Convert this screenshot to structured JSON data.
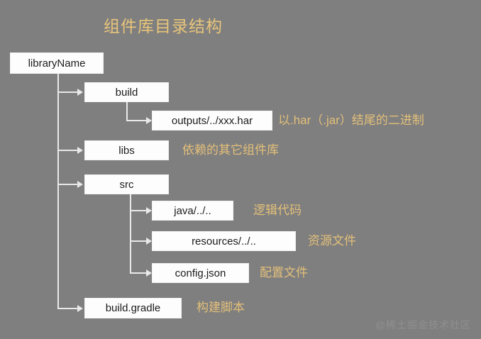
{
  "diagram": {
    "title": "组件库目录结构",
    "watermark": "@稀土掘金技术社区",
    "background_color": "#7f7f7f",
    "node_fill_color": "#fdfdfd",
    "node_text_color": "#1b1b1b",
    "accent_color": "#e3bf79",
    "title_color": "#e8c57a",
    "connector_color": "#e9e9e9",
    "nodes": [
      {
        "id": "libraryName",
        "label": "libraryName",
        "level": 0
      },
      {
        "id": "build",
        "label": "build",
        "level": 1
      },
      {
        "id": "outputs",
        "label": "outputs/../xxx.har",
        "level": 2
      },
      {
        "id": "libs",
        "label": "libs",
        "level": 1
      },
      {
        "id": "src",
        "label": "src",
        "level": 1
      },
      {
        "id": "java",
        "label": "java/../..",
        "level": 2
      },
      {
        "id": "resources",
        "label": "resources/../..",
        "level": 2
      },
      {
        "id": "config",
        "label": "config.json",
        "level": 2
      },
      {
        "id": "buildGradle",
        "label": "build.gradle",
        "level": 1
      }
    ],
    "annotations": [
      {
        "for": "outputs",
        "text": "以.har（.jar）结尾的二进制"
      },
      {
        "for": "libs",
        "text": "依赖的其它组件库"
      },
      {
        "for": "java",
        "text": "逻辑代码"
      },
      {
        "for": "resources",
        "text": "资源文件"
      },
      {
        "for": "config",
        "text": "配置文件"
      },
      {
        "for": "buildGradle",
        "text": "构建脚本"
      }
    ]
  }
}
